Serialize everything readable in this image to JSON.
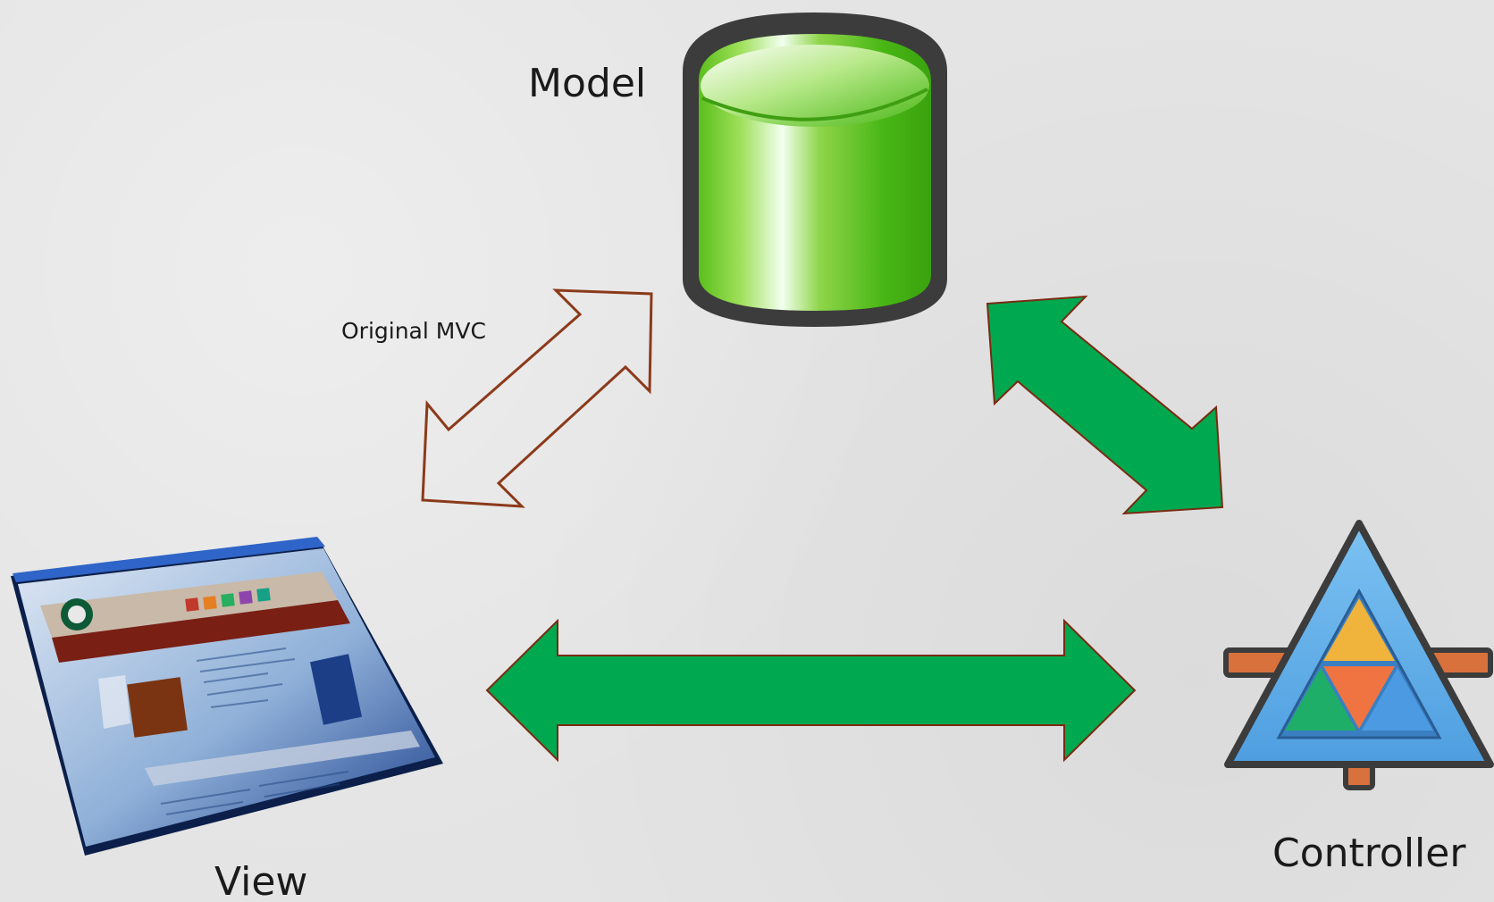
{
  "diagram": {
    "nodes": {
      "model": {
        "label": "Model",
        "icon": "database-cylinder-icon"
      },
      "view": {
        "label": "View",
        "icon": "browser-window-icon"
      },
      "controller": {
        "label": "Controller",
        "icon": "controller-triangle-icon"
      }
    },
    "arrow_note": "Original MVC",
    "edges": [
      {
        "from": "view",
        "to": "model",
        "style": "outline",
        "stroke": "#8b3a1a"
      },
      {
        "from": "model",
        "to": "controller",
        "style": "filled",
        "fill": "#00a84f"
      },
      {
        "from": "view",
        "to": "controller",
        "style": "filled",
        "fill": "#00a84f"
      }
    ]
  },
  "colors": {
    "background": "#e4e4e4",
    "arrow_green": "#00a84f",
    "arrow_outline": "#8b3a1a",
    "cylinder_green": "#4cbf18",
    "triangle_blue": "#5aa9e8"
  }
}
